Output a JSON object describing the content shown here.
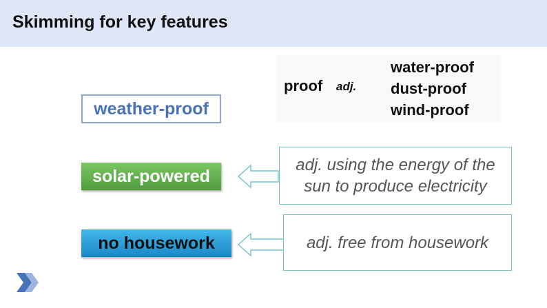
{
  "header": {
    "title": "Skimming for key features"
  },
  "proof_note": {
    "word": "proof",
    "part_of_speech": "adj.",
    "examples": [
      "water-proof",
      "dust-proof",
      "wind-proof"
    ]
  },
  "terms": {
    "weather": "weather-proof",
    "solar": "solar-powered",
    "housework": "no housework"
  },
  "definitions": {
    "solar_line1": "adj. using the energy of the",
    "solar_line2": "sun to produce electricity",
    "housework": "adj. free from housework"
  },
  "colors": {
    "header_bg": "#dfe6f5",
    "weather_text": "#4a72b8",
    "solar_green": "#5fae48",
    "housework_blue": "#2a9ad6",
    "definition_border": "#76c5cf"
  },
  "icons": {
    "logo": "chevron-logo-icon",
    "arrow": "left-arrow-icon"
  }
}
